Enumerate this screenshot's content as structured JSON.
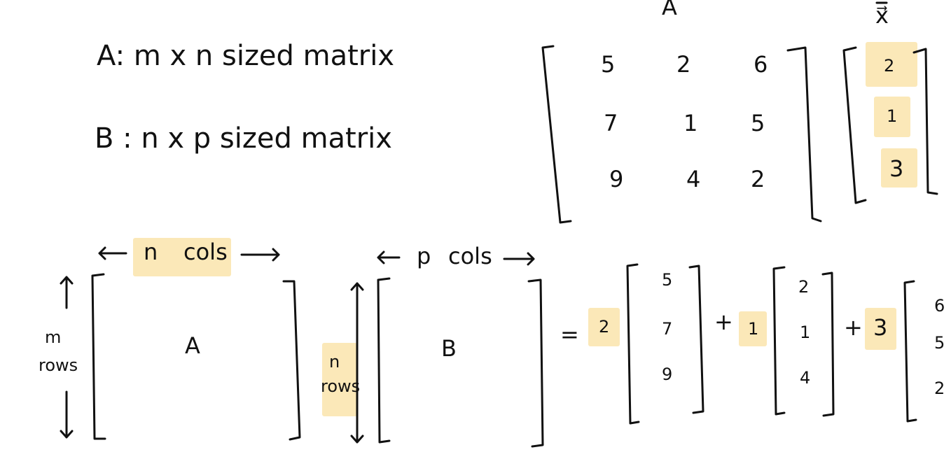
{
  "definitions": {
    "a_line": "A:  m  x  n   sized  matrix",
    "b_line": "B  :  n   x  p   sized   matrix"
  },
  "example": {
    "matrix_label": "A",
    "vector_label": "x⃗",
    "matrix": [
      [
        "5",
        "2",
        "6"
      ],
      [
        "7",
        "1",
        "5"
      ],
      [
        "9",
        "4",
        "2"
      ]
    ],
    "vector": [
      "2",
      "1",
      "3"
    ]
  },
  "product": {
    "a_cols_label": "n",
    "cols_word": "cols",
    "a_rows_top": "m",
    "a_rows_bottom": "rows",
    "a_name": "A",
    "b_rows_top": "n",
    "b_rows_bottom": "rows",
    "b_cols_label": "p",
    "b_name": "B",
    "equals": "=",
    "plus": "+",
    "coefficients": [
      "2",
      "1",
      "3"
    ],
    "columns": [
      [
        "5",
        "7",
        "9"
      ],
      [
        "2",
        "1",
        "4"
      ],
      [
        "6",
        "5",
        "2"
      ]
    ]
  },
  "colors": {
    "highlight": "#fbe6b0",
    "ink": "#111111"
  }
}
